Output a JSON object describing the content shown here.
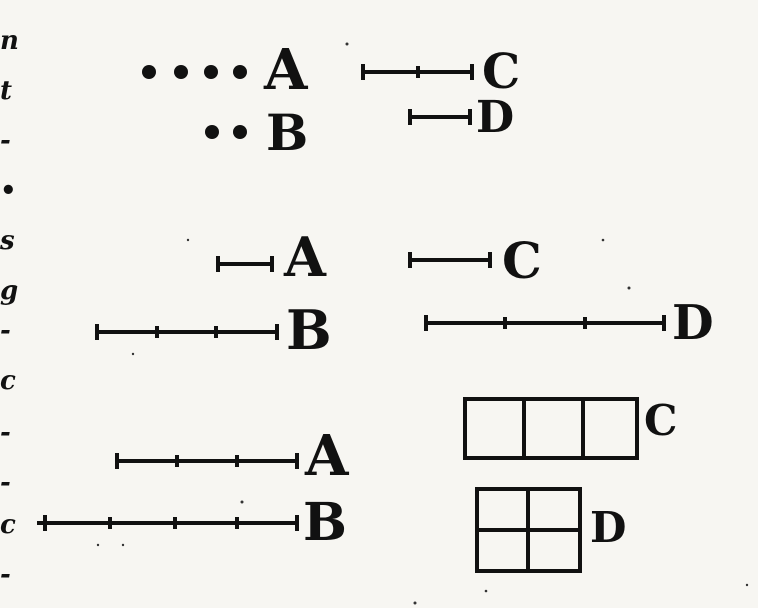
{
  "rows": [
    {
      "left_label": "A",
      "left_dots": 4,
      "right_label": "C"
    },
    {
      "left_label": "B",
      "left_dots": 2,
      "right_label": "D"
    },
    {
      "left_label": "A",
      "right_label": "C"
    },
    {
      "left_label": "B",
      "right_label": "D"
    },
    {
      "left_label": "A",
      "right_label": "C",
      "grid_cols": 3,
      "grid_rows": 1
    },
    {
      "left_label": "B",
      "right_label": "D",
      "grid_cols": 2,
      "grid_rows": 2
    }
  ],
  "margin_fragments": [
    "n",
    "t",
    "-",
    "•",
    "s",
    "g",
    "-",
    "c",
    "-",
    "-",
    "c",
    "-"
  ],
  "colors": {
    "ink": "#111111",
    "paper": "#f7f6f2"
  }
}
